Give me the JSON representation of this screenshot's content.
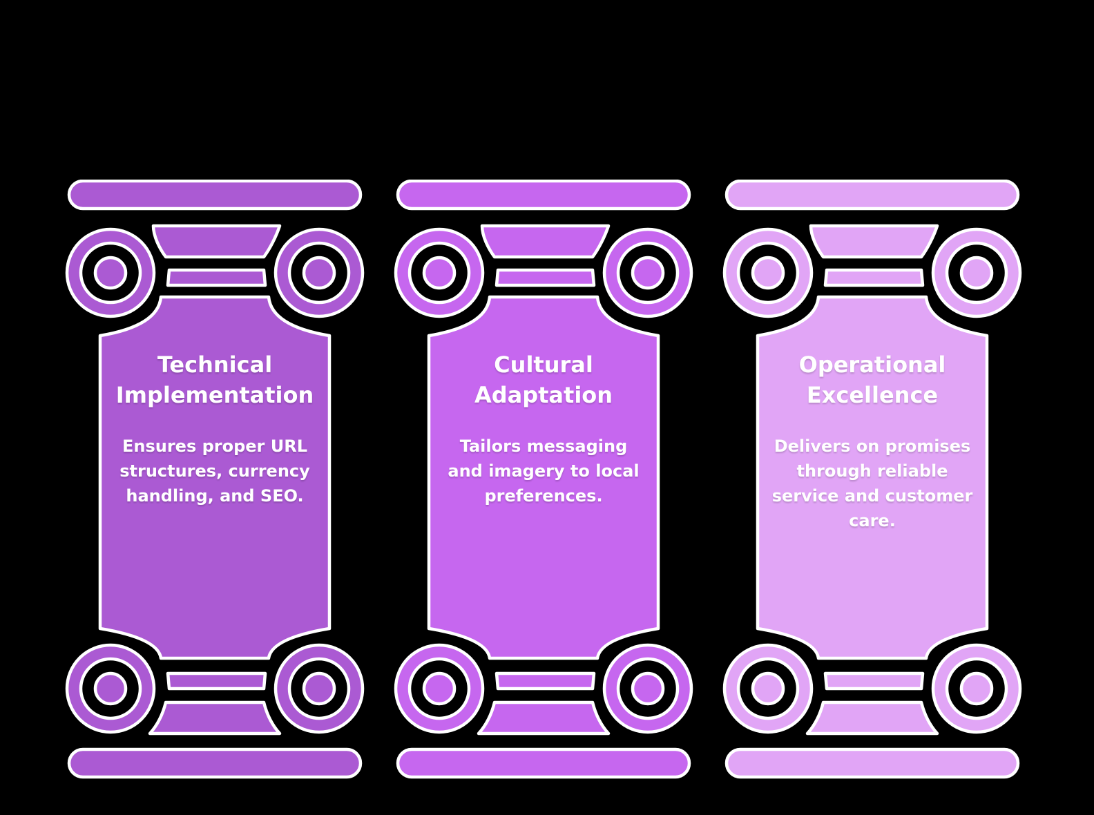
{
  "colors": {
    "background": "#000000",
    "outline": "#ffffff",
    "text": "#ffffff"
  },
  "pillars": [
    {
      "id": "technical-implementation",
      "color": "#ab5ad3",
      "title": "Technical\nImplementation",
      "description": "Ensures proper URL\nstructures, currency\nhandling, and SEO."
    },
    {
      "id": "cultural-adaptation",
      "color": "#c667ef",
      "title": "Cultural\nAdaptation",
      "description": "Tailors messaging\nand imagery to local\npreferences."
    },
    {
      "id": "operational-excellence",
      "color": "#e1a5f6",
      "title": "Operational\nExcellence",
      "description": "Delivers on promises\nthrough reliable\nservice and customer\ncare."
    }
  ]
}
